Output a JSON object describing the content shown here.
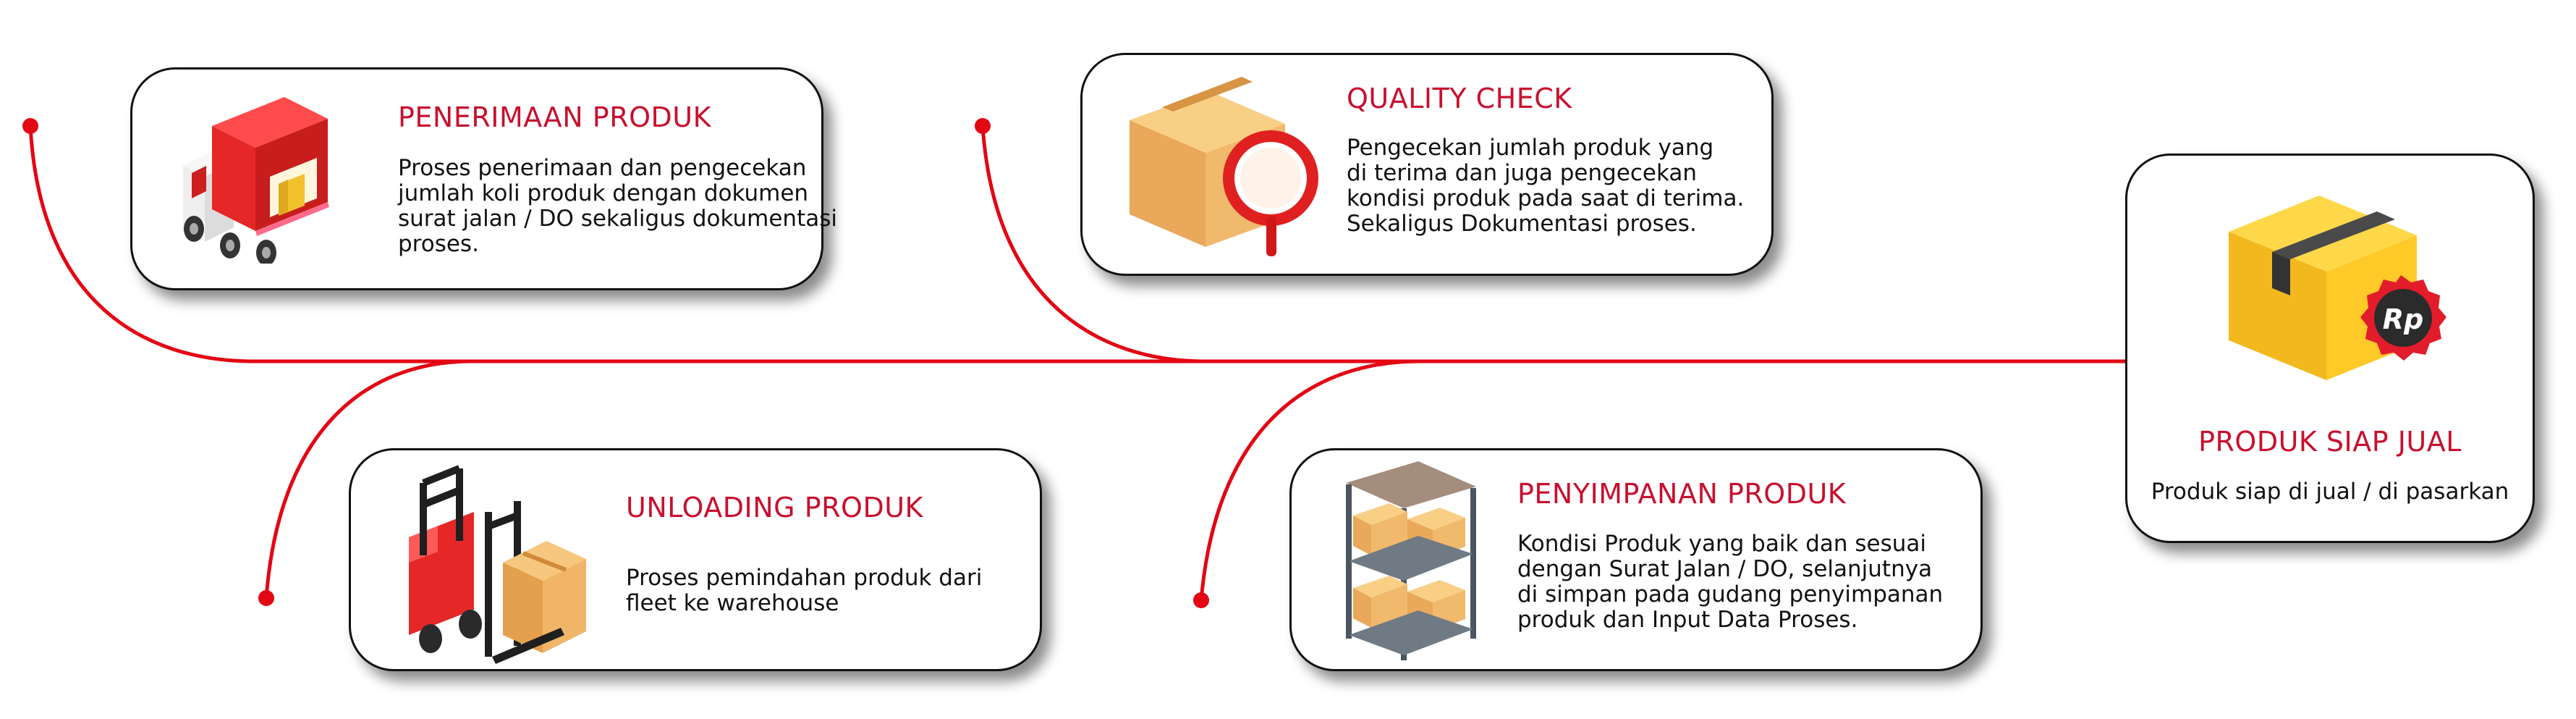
{
  "colors": {
    "accent": "#e30613",
    "title": "#c8102e",
    "text": "#111111"
  },
  "steps": [
    {
      "title": "PENERIMAAN PRODUK",
      "icon": "delivery-truck-icon",
      "desc_lines": [
        "Proses penerimaan dan pengecekan",
        "jumlah koli  produk dengan dokumen",
        "surat jalan / DO sekaligus dokumentasi",
        "proses."
      ]
    },
    {
      "title": "UNLOADING PRODUK",
      "icon": "forklift-icon",
      "desc_lines": [
        "Proses pemindahan produk dari",
        "fleet ke warehouse"
      ]
    },
    {
      "title": "QUALITY CHECK",
      "icon": "box-magnifier-icon",
      "desc_lines": [
        "Pengecekan jumlah produk yang",
        "di terima dan juga pengecekan",
        "kondisi produk pada saat di terima.",
        "Sekaligus Dokumentasi proses."
      ]
    },
    {
      "title": "PENYIMPANAN PRODUK",
      "icon": "storage-shelf-icon",
      "desc_lines": [
        "Kondisi Produk yang baik dan sesuai",
        "dengan Surat Jalan / DO,  selanjutnya",
        "di simpan pada gudang penyimpanan",
        "produk dan Input Data Proses."
      ]
    },
    {
      "title": "PRODUK SIAP JUAL",
      "icon": "box-price-tag-icon",
      "badge": "Rp",
      "desc_lines": [
        "Produk siap di jual / di pasarkan"
      ]
    }
  ]
}
